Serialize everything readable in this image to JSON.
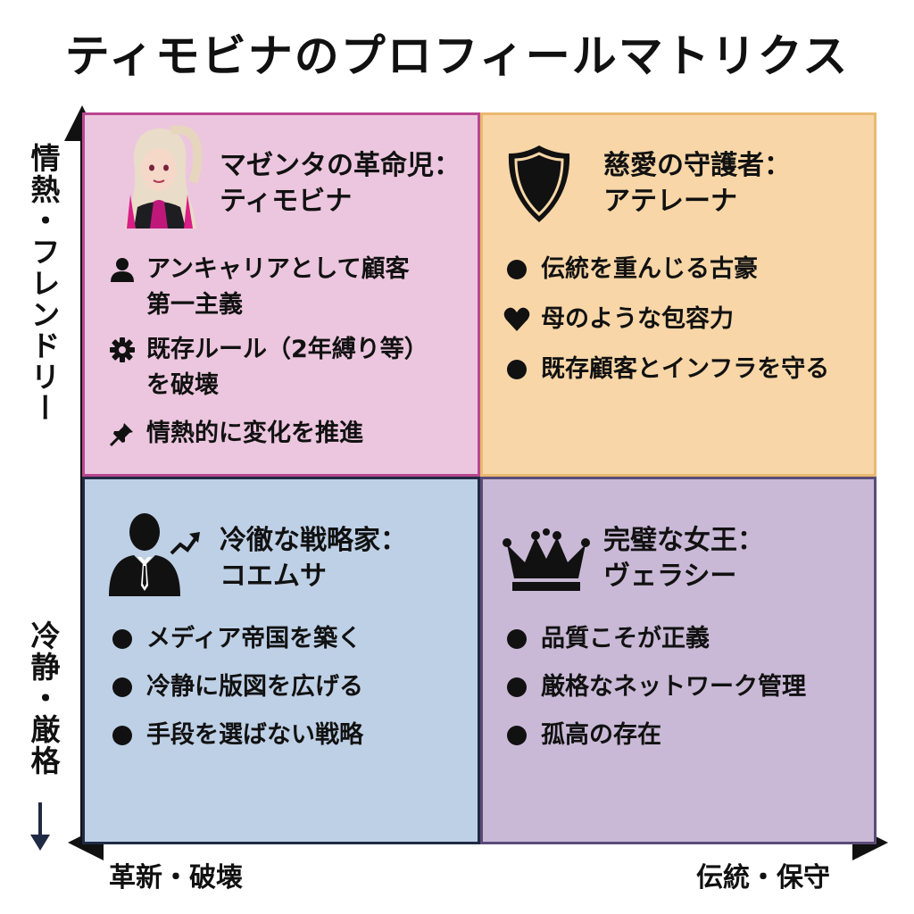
{
  "title": "ティモビナのプロフィールマトリクス",
  "axes": {
    "y_top": "情熱・フレンドリー",
    "y_bottom": "冷静・厳格",
    "x_left": "革新・破壊",
    "x_right": "伝統・保守"
  },
  "quadrants": {
    "top_left": {
      "title_line1": "マゼンタの革命児：",
      "title_line2": "ティモビナ",
      "items": [
        {
          "icon": "person-icon",
          "line1": "アンキャリアとして顧客",
          "line2": "第一主義"
        },
        {
          "icon": "gear-icon",
          "line1": "既存ルール（2年縛り等）",
          "line2": "を破壊"
        },
        {
          "icon": "pin-icon",
          "line1": "情熱的に変化を推進",
          "line2": ""
        }
      ],
      "color": "#ecc6de",
      "border": "#b8478f"
    },
    "top_right": {
      "title_line1": "慈愛の守護者：",
      "title_line2": "アテレーナ",
      "items": [
        {
          "icon": "bullet-icon",
          "line1": "伝統を重んじる古豪"
        },
        {
          "icon": "heart-icon",
          "line1": "母のような包容力"
        },
        {
          "icon": "bullet-icon",
          "line1": "既存顧客とインフラを守る"
        }
      ],
      "color": "#f8d6a7"
    },
    "bottom_left": {
      "title_line1": "冷徹な戦略家：",
      "title_line2": "コエムサ",
      "items": [
        {
          "icon": "bullet-icon",
          "line1": "メディア帝国を築く"
        },
        {
          "icon": "bullet-icon",
          "line1": "冷静に版図を広げる"
        },
        {
          "icon": "bullet-icon",
          "line1": "手段を選ばない戦略"
        }
      ],
      "color": "#bed0e6"
    },
    "bottom_right": {
      "title_line1": "完璧な女王：",
      "title_line2": "ヴェラシー",
      "items": [
        {
          "icon": "bullet-icon",
          "line1": "品質こそが正義"
        },
        {
          "icon": "bullet-icon",
          "line1": "厳格なネットワーク管理"
        },
        {
          "icon": "bullet-icon",
          "line1": "孤高の存在"
        }
      ],
      "color": "#c9b9d6"
    }
  }
}
